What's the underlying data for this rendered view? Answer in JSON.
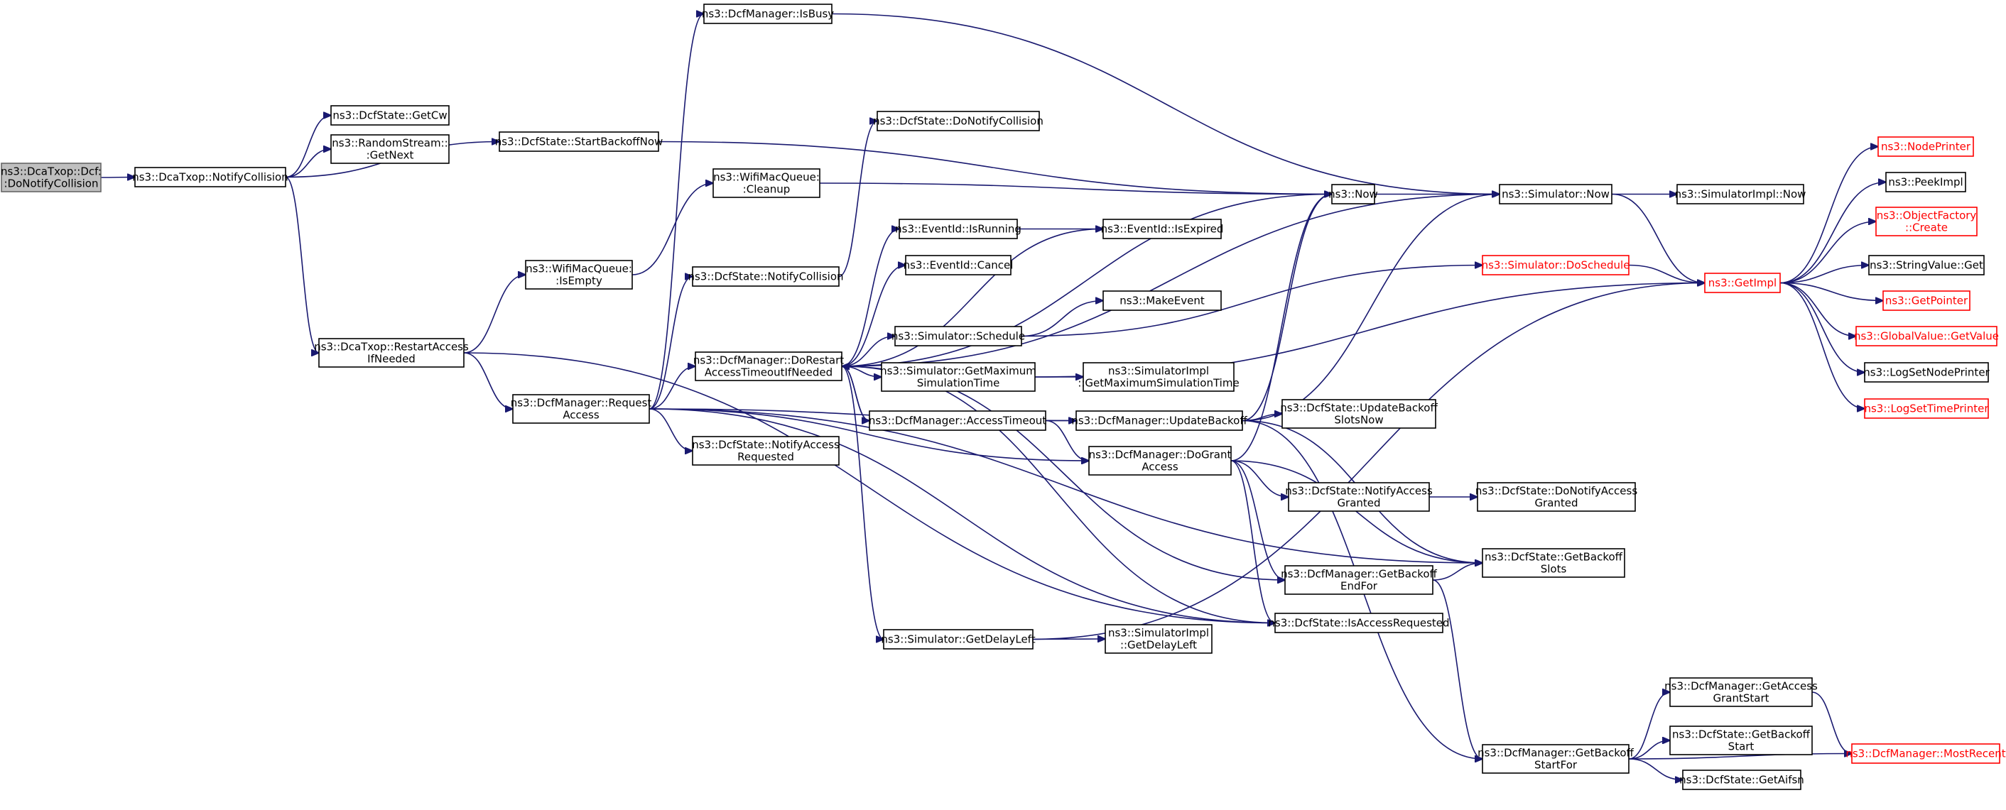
{
  "diagram": {
    "colors": {
      "edge": "#191970",
      "truncated_node": "#ff0000",
      "root_fill": "#bfbfbf"
    },
    "nodes": [
      {
        "id": "root",
        "lines": [
          "ns3::DcaTxop::Dcf:",
          ":DoNotifyCollision"
        ]
      },
      {
        "id": "notifycollision",
        "lines": [
          "ns3::DcaTxop::NotifyCollision"
        ]
      },
      {
        "id": "getcw",
        "lines": [
          "ns3::DcfState::GetCw"
        ]
      },
      {
        "id": "rs_getnext",
        "lines": [
          "ns3::RandomStream::",
          ":GetNext"
        ]
      },
      {
        "id": "startbackoffnow",
        "lines": [
          "ns3::DcfState::StartBackoffNow"
        ]
      },
      {
        "id": "restartaccess",
        "lines": [
          "ns3::DcaTxop::RestartAccess",
          "IfNeeded"
        ]
      },
      {
        "id": "isbusy",
        "lines": [
          "ns3::DcfManager::IsBusy"
        ]
      },
      {
        "id": "donotifycollision2",
        "lines": [
          "ns3::DcfState::DoNotifyCollision"
        ]
      },
      {
        "id": "cleanup",
        "lines": [
          "ns3::WifiMacQueue:",
          ":Cleanup"
        ]
      },
      {
        "id": "isempty",
        "lines": [
          "ns3::WifiMacQueue:",
          ":IsEmpty"
        ]
      },
      {
        "id": "dcfstate_notifycollision",
        "lines": [
          "ns3::DcfState::NotifyCollision"
        ]
      },
      {
        "id": "requestaccess",
        "lines": [
          "ns3::DcfManager::Request",
          "Access"
        ]
      },
      {
        "id": "dorestart",
        "lines": [
          "ns3::DcfManager::DoRestart",
          "AccessTimeoutIfNeeded"
        ]
      },
      {
        "id": "notifyaccessrequested",
        "lines": [
          "ns3::DcfState::NotifyAccess",
          "Requested"
        ]
      },
      {
        "id": "isrunning",
        "lines": [
          "ns3::EventId::IsRunning"
        ]
      },
      {
        "id": "cancel",
        "lines": [
          "ns3::EventId::Cancel"
        ]
      },
      {
        "id": "schedule",
        "lines": [
          "ns3::Simulator::Schedule"
        ]
      },
      {
        "id": "getmaxsimtime",
        "lines": [
          "ns3::Simulator::GetMaximum",
          "SimulationTime"
        ]
      },
      {
        "id": "accesstimeout",
        "lines": [
          "ns3::DcfManager::AccessTimeout"
        ]
      },
      {
        "id": "getdelayleft",
        "lines": [
          "ns3::Simulator::GetDelayLeft"
        ]
      },
      {
        "id": "now",
        "lines": [
          "ns3::Now"
        ]
      },
      {
        "id": "isexpired",
        "lines": [
          "ns3::EventId::IsExpired"
        ]
      },
      {
        "id": "makeevent",
        "lines": [
          "ns3::MakeEvent"
        ]
      },
      {
        "id": "impl_getmaxsimtime",
        "lines": [
          "ns3::SimulatorImpl",
          "::GetMaximumSimulationTime"
        ]
      },
      {
        "id": "updatebackoff",
        "lines": [
          "ns3::DcfManager::UpdateBackoff"
        ]
      },
      {
        "id": "dograntaccess",
        "lines": [
          "ns3::DcfManager::DoGrant",
          "Access"
        ]
      },
      {
        "id": "impl_getdelayleft",
        "lines": [
          "ns3::SimulatorImpl",
          "::GetDelayLeft"
        ]
      },
      {
        "id": "sim_now",
        "lines": [
          "ns3::Simulator::Now"
        ]
      },
      {
        "id": "doschedule",
        "lines": [
          "ns3::Simulator::DoSchedule"
        ],
        "truncated": true
      },
      {
        "id": "updatebackoffslotsnow",
        "lines": [
          "ns3::DcfState::UpdateBackoff",
          "SlotsNow"
        ]
      },
      {
        "id": "notifyaccessgranted",
        "lines": [
          "ns3::DcfState::NotifyAccess",
          "Granted"
        ]
      },
      {
        "id": "getbackoffendfor",
        "lines": [
          "ns3::DcfManager::GetBackoff",
          "EndFor"
        ]
      },
      {
        "id": "isaccessrequested",
        "lines": [
          "ns3::DcfState::IsAccessRequested"
        ]
      },
      {
        "id": "impl_now",
        "lines": [
          "ns3::SimulatorImpl::Now"
        ]
      },
      {
        "id": "donotifyaccessgranted",
        "lines": [
          "ns3::DcfState::DoNotifyAccess",
          "Granted"
        ]
      },
      {
        "id": "getbackoffslots",
        "lines": [
          "ns3::DcfState::GetBackoff",
          "Slots"
        ]
      },
      {
        "id": "getbackoffstartfor",
        "lines": [
          "ns3::DcfManager::GetBackoff",
          "StartFor"
        ]
      },
      {
        "id": "getaccessgrantstart",
        "lines": [
          "ns3::DcfManager::GetAccess",
          "GrantStart"
        ]
      },
      {
        "id": "dcfstate_getbackoffstart",
        "lines": [
          "ns3::DcfState::GetBackoff",
          "Start"
        ]
      },
      {
        "id": "getaifsn",
        "lines": [
          "ns3::DcfState::GetAifsn"
        ]
      },
      {
        "id": "getimpl",
        "lines": [
          "ns3::GetImpl"
        ],
        "truncated": true
      },
      {
        "id": "mostrecent",
        "lines": [
          "ns3::DcfManager::MostRecent"
        ],
        "truncated": true
      },
      {
        "id": "nodeprinter",
        "lines": [
          "ns3::NodePrinter"
        ],
        "truncated": true
      },
      {
        "id": "peekimpl",
        "lines": [
          "ns3::PeekImpl"
        ]
      },
      {
        "id": "objectfactory_create",
        "lines": [
          "ns3::ObjectFactory",
          "::Create"
        ],
        "truncated": true
      },
      {
        "id": "stringvalue_get",
        "lines": [
          "ns3::StringValue::Get"
        ]
      },
      {
        "id": "getpointer",
        "lines": [
          "ns3::GetPointer"
        ],
        "truncated": true
      },
      {
        "id": "globalvalue_getvalue",
        "lines": [
          "ns3::GlobalValue::GetValue"
        ],
        "truncated": true
      },
      {
        "id": "logsetnodeprinter",
        "lines": [
          "ns3::LogSetNodePrinter"
        ]
      },
      {
        "id": "logsettimeprinter",
        "lines": [
          "ns3::LogSetTimePrinter"
        ],
        "truncated": true
      }
    ],
    "edges": [
      [
        "root",
        "notifycollision"
      ],
      [
        "notifycollision",
        "getcw"
      ],
      [
        "notifycollision",
        "rs_getnext"
      ],
      [
        "notifycollision",
        "startbackoffnow"
      ],
      [
        "notifycollision",
        "restartaccess"
      ],
      [
        "startbackoffnow",
        "now"
      ],
      [
        "restartaccess",
        "isempty"
      ],
      [
        "restartaccess",
        "requestaccess"
      ],
      [
        "restartaccess",
        "isaccessrequested"
      ],
      [
        "isempty",
        "cleanup"
      ],
      [
        "cleanup",
        "now"
      ],
      [
        "requestaccess",
        "isbusy"
      ],
      [
        "requestaccess",
        "dcfstate_notifycollision"
      ],
      [
        "requestaccess",
        "dorestart"
      ],
      [
        "requestaccess",
        "notifyaccessrequested"
      ],
      [
        "requestaccess",
        "updatebackoff"
      ],
      [
        "requestaccess",
        "dograntaccess"
      ],
      [
        "requestaccess",
        "getbackoffslots"
      ],
      [
        "requestaccess",
        "isaccessrequested"
      ],
      [
        "isbusy",
        "sim_now"
      ],
      [
        "dcfstate_notifycollision",
        "donotifycollision2"
      ],
      [
        "dorestart",
        "now"
      ],
      [
        "dorestart",
        "sim_now"
      ],
      [
        "dorestart",
        "isrunning"
      ],
      [
        "dorestart",
        "cancel"
      ],
      [
        "dorestart",
        "isexpired"
      ],
      [
        "dorestart",
        "schedule"
      ],
      [
        "dorestart",
        "getmaxsimtime"
      ],
      [
        "dorestart",
        "accesstimeout"
      ],
      [
        "dorestart",
        "getdelayleft"
      ],
      [
        "dorestart",
        "getbackoffendfor"
      ],
      [
        "dorestart",
        "isaccessrequested"
      ],
      [
        "isrunning",
        "isexpired"
      ],
      [
        "schedule",
        "makeevent"
      ],
      [
        "schedule",
        "doschedule"
      ],
      [
        "getmaxsimtime",
        "impl_getmaxsimtime"
      ],
      [
        "getmaxsimtime",
        "getimpl"
      ],
      [
        "accesstimeout",
        "updatebackoff"
      ],
      [
        "accesstimeout",
        "dograntaccess"
      ],
      [
        "accesstimeout",
        "dorestart"
      ],
      [
        "getdelayleft",
        "impl_getdelayleft"
      ],
      [
        "getdelayleft",
        "getimpl"
      ],
      [
        "now",
        "sim_now"
      ],
      [
        "updatebackoff",
        "now"
      ],
      [
        "updatebackoff",
        "sim_now"
      ],
      [
        "updatebackoff",
        "updatebackoffslotsnow"
      ],
      [
        "updatebackoff",
        "getbackoffslots"
      ],
      [
        "updatebackoff",
        "getbackoffstartfor"
      ],
      [
        "dograntaccess",
        "now"
      ],
      [
        "dograntaccess",
        "notifyaccessgranted"
      ],
      [
        "dograntaccess",
        "getbackoffendfor"
      ],
      [
        "dograntaccess",
        "isaccessrequested"
      ],
      [
        "dograntaccess",
        "getbackoffslots"
      ],
      [
        "notifyaccessgranted",
        "donotifyaccessgranted"
      ],
      [
        "getbackoffendfor",
        "getbackoffslots"
      ],
      [
        "getbackoffendfor",
        "getbackoffstartfor"
      ],
      [
        "sim_now",
        "impl_now"
      ],
      [
        "sim_now",
        "getimpl"
      ],
      [
        "doschedule",
        "getimpl"
      ],
      [
        "getbackoffstartfor",
        "getaccessgrantstart"
      ],
      [
        "getbackoffstartfor",
        "dcfstate_getbackoffstart"
      ],
      [
        "getbackoffstartfor",
        "getaifsn"
      ],
      [
        "getbackoffstartfor",
        "mostrecent"
      ],
      [
        "getaccessgrantstart",
        "mostrecent"
      ],
      [
        "getimpl",
        "nodeprinter"
      ],
      [
        "getimpl",
        "peekimpl"
      ],
      [
        "getimpl",
        "objectfactory_create"
      ],
      [
        "getimpl",
        "stringvalue_get"
      ],
      [
        "getimpl",
        "getpointer"
      ],
      [
        "getimpl",
        "globalvalue_getvalue"
      ],
      [
        "getimpl",
        "logsetnodeprinter"
      ],
      [
        "getimpl",
        "logsettimeprinter"
      ]
    ]
  }
}
